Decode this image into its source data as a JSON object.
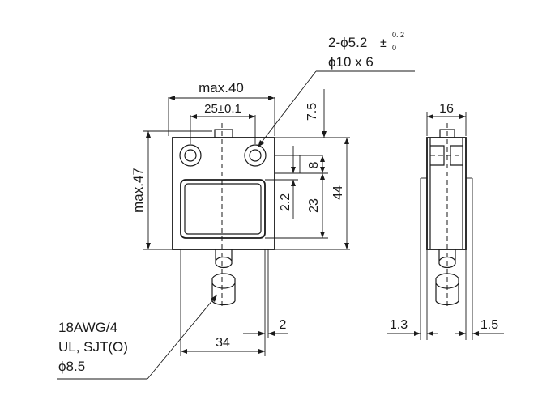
{
  "labels": {
    "hole_spec_prefix": "2-ϕ5.2",
    "hole_tol_sign": "±",
    "hole_tol_upper": "0. 2",
    "hole_tol_lower": "0",
    "counterbore": "ϕ10 x 6",
    "max_width": "max.40",
    "hole_pitch": "25±0.1",
    "max_height": "max.47",
    "dim_7_5": "7.5",
    "dim_8": "8",
    "dim_2_2": "2.2",
    "dim_23": "23",
    "dim_44": "44",
    "dim_34": "34",
    "dim_2": "2",
    "dim_16": "16",
    "dim_1_3": "1.3",
    "dim_1_5": "1.5",
    "cable_line1": "18AWG/4",
    "cable_line2": "UL, SJT(O)",
    "cable_line3": "ϕ8.5"
  }
}
